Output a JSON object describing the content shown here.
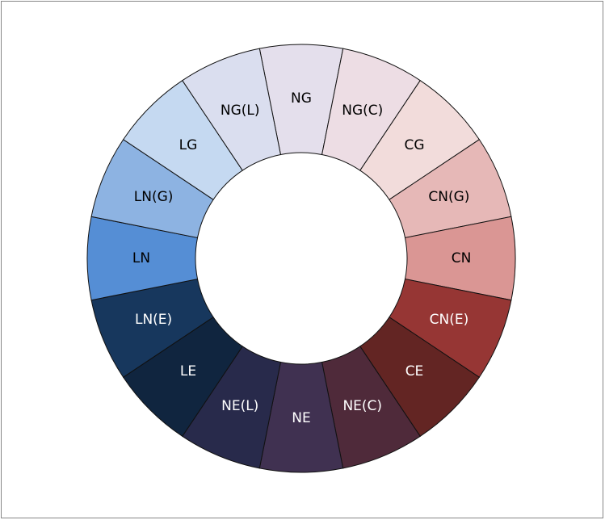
{
  "chart_data": {
    "type": "pie",
    "variant": "doughnut",
    "title": "",
    "legend": "none",
    "center": [
      373,
      320
    ],
    "outer_radius": 265,
    "inner_radius": 131,
    "start_angle_deg": -11.25,
    "direction": "clockwise",
    "categories": [
      "NG",
      "NG(C)",
      "CG",
      "CN(G)",
      "CN",
      "CN(E)",
      "CE",
      "NE(C)",
      "NE",
      "NE(L)",
      "LE",
      "LN(E)",
      "LN",
      "LN(G)",
      "LG",
      "NG(L)"
    ],
    "values": [
      1,
      1,
      1,
      1,
      1,
      1,
      1,
      1,
      1,
      1,
      1,
      1,
      1,
      1,
      1,
      1
    ],
    "colors": [
      "#e4dfec",
      "#eddde4",
      "#f2dcdb",
      "#e6b8b7",
      "#da9694",
      "#963634",
      "#632523",
      "#4f2a3a",
      "#403151",
      "#282a4b",
      "#10253f",
      "#17375d",
      "#558ed5",
      "#8db3e2",
      "#c5d9f1",
      "#dadeef"
    ],
    "label_colors": [
      "#000000",
      "#000000",
      "#000000",
      "#000000",
      "#000000",
      "#ffffff",
      "#ffffff",
      "#ffffff",
      "#ffffff",
      "#ffffff",
      "#ffffff",
      "#ffffff",
      "#000000",
      "#000000",
      "#000000",
      "#000000"
    ]
  },
  "segments": [
    {
      "label": "NG"
    },
    {
      "label": "NG(C)"
    },
    {
      "label": "CG"
    },
    {
      "label": "CN(G)"
    },
    {
      "label": "CN"
    },
    {
      "label": "CN(E)"
    },
    {
      "label": "CE"
    },
    {
      "label": "NE(C)"
    },
    {
      "label": "NE"
    },
    {
      "label": "NE(L)"
    },
    {
      "label": "LE"
    },
    {
      "label": "LN(E)"
    },
    {
      "label": "LN"
    },
    {
      "label": "LN(G)"
    },
    {
      "label": "LG"
    },
    {
      "label": "NG(L)"
    }
  ]
}
